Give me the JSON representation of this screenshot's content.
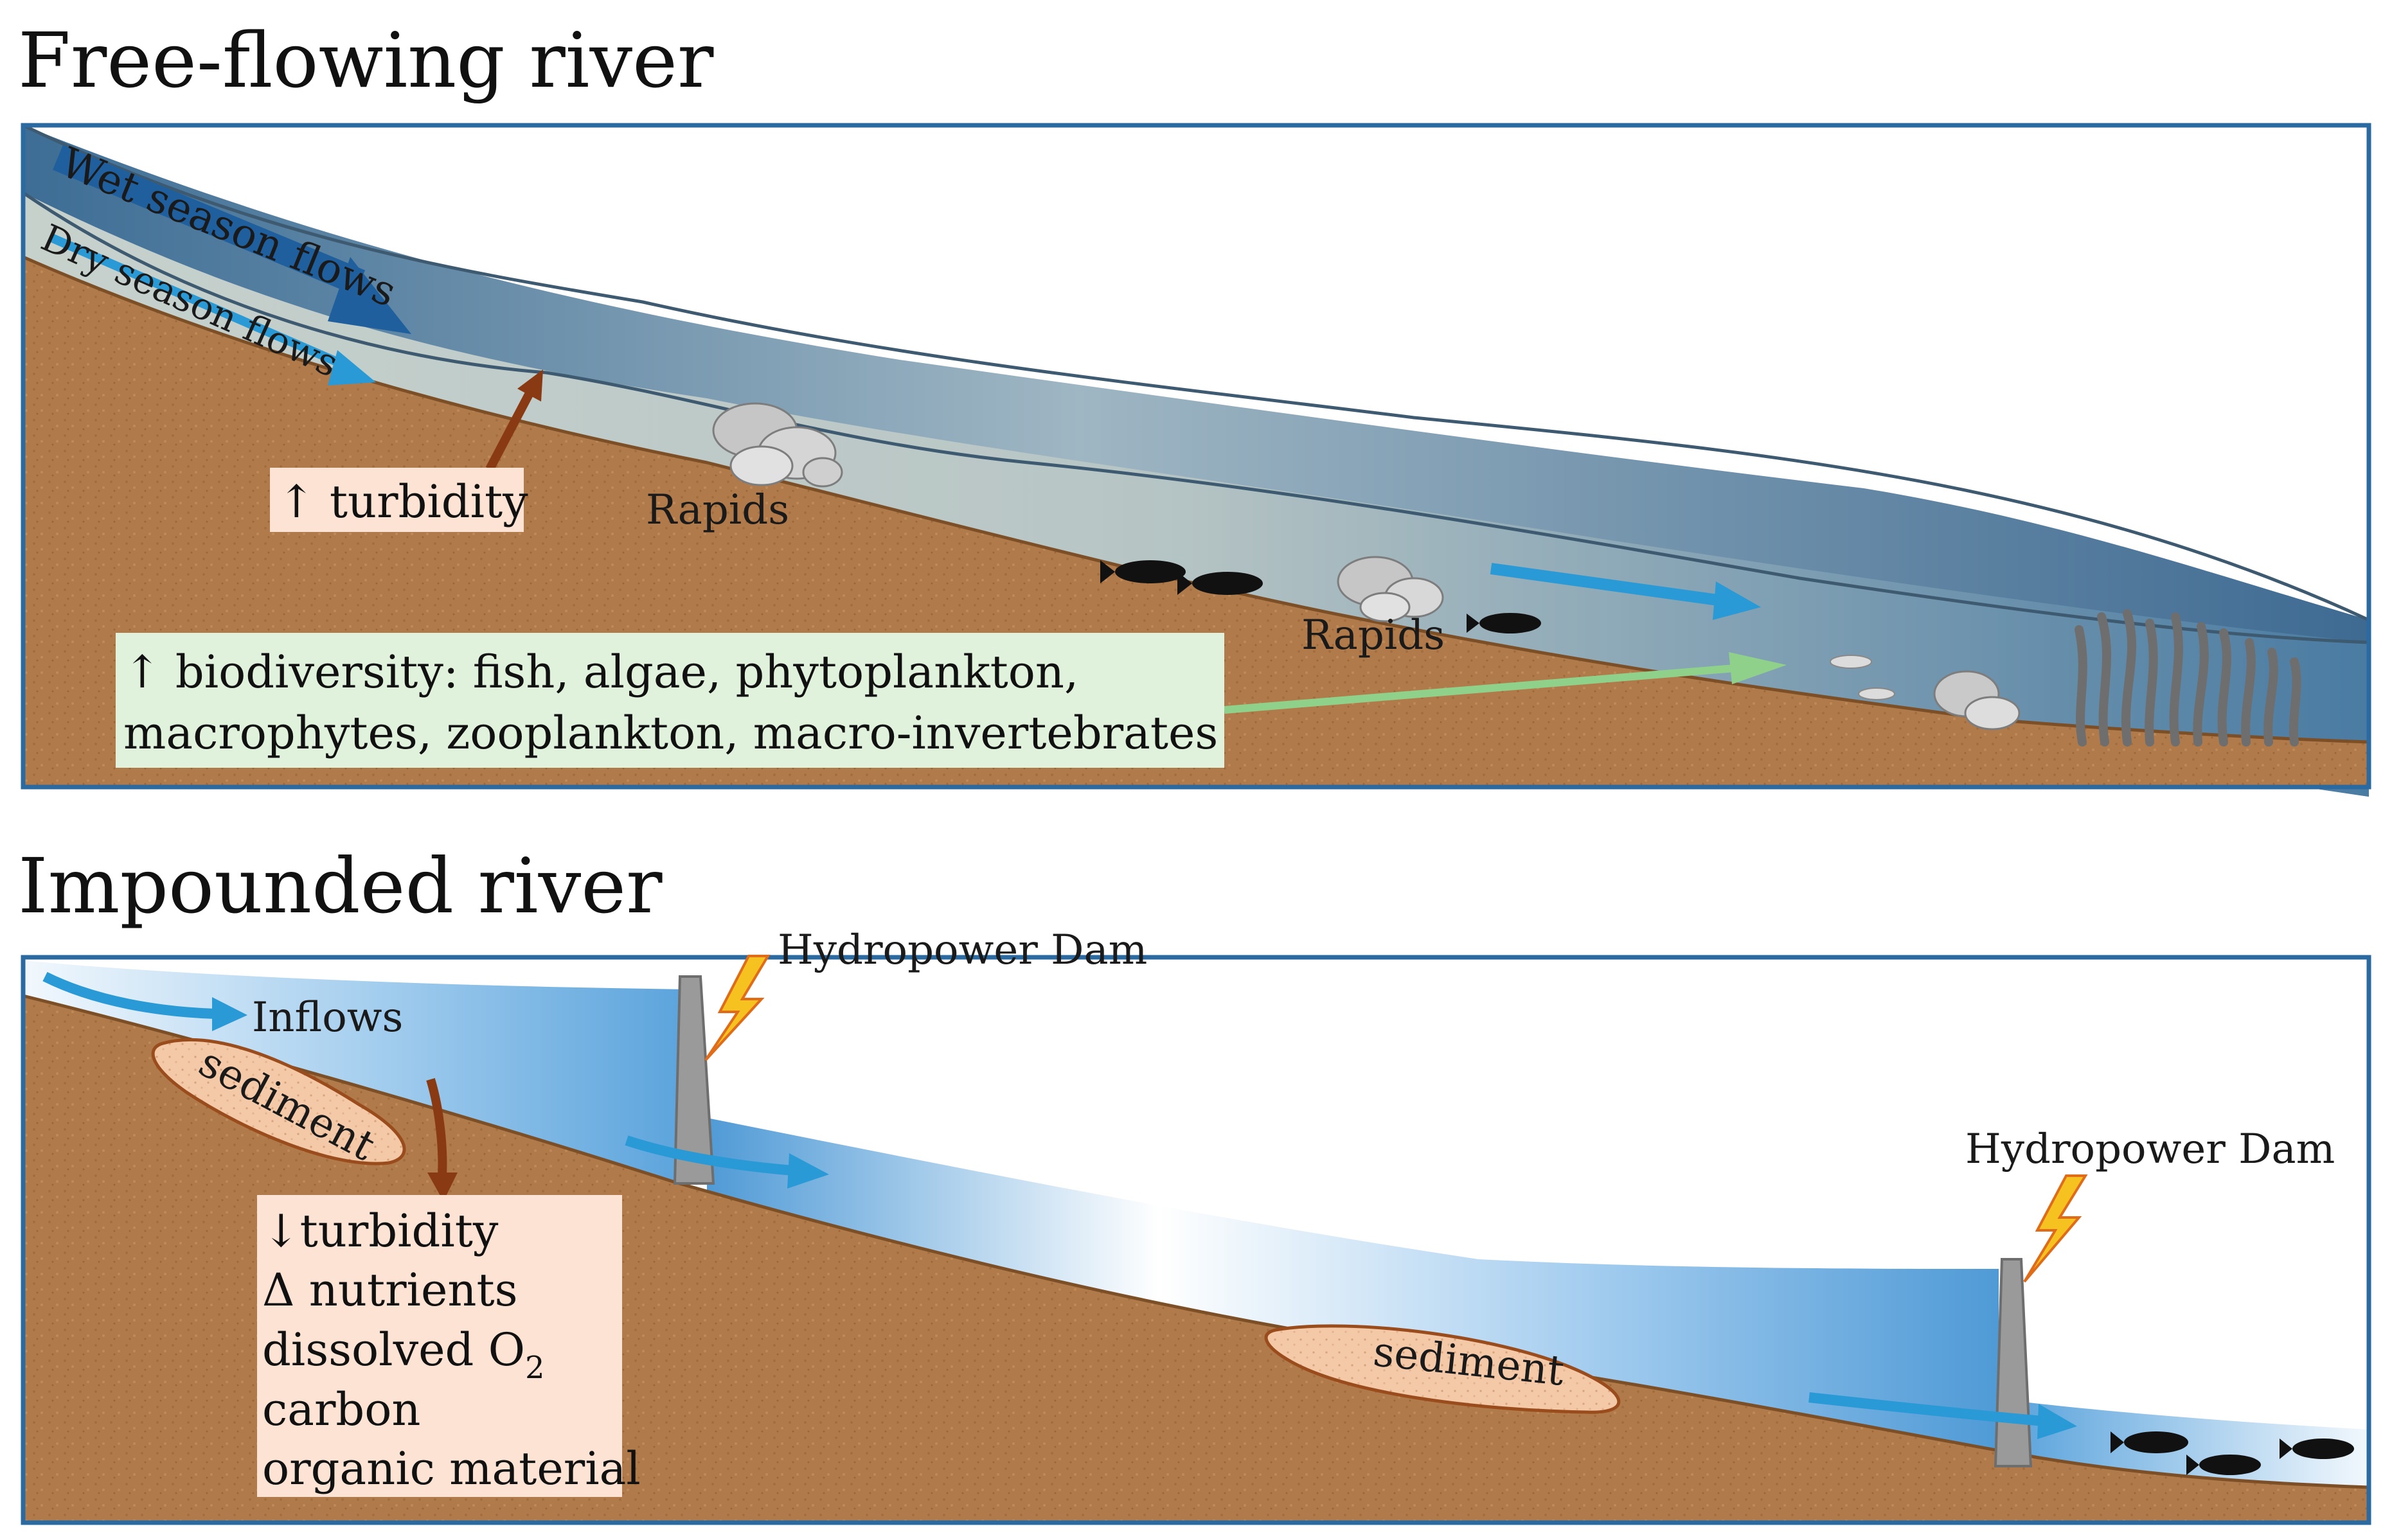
{
  "top_panel": {
    "title": "Free-flowing river",
    "wet_season_label": "Wet season flows",
    "dry_season_label": "Dry season flows",
    "turbidity_label": "↑ turbidity",
    "rapids_label_1": "Rapids",
    "rapids_label_2": "Rapids",
    "biodiversity_line1": "↑ biodiversity: fish, algae, phytoplankton,",
    "biodiversity_line2": "macrophytes, zooplankton, macro-invertebrates"
  },
  "bottom_panel": {
    "title": "Impounded river",
    "inflows_label": "Inflows",
    "sediment_label_1": "sediment",
    "sediment_label_2": "sediment",
    "dam_label_1": "Hydropower Dam",
    "dam_label_2": "Hydropower Dam",
    "effects": {
      "turbidity": "↓turbidity",
      "nutrients": "Δ nutrients",
      "oxygen_prefix": "dissolved O",
      "oxygen_sub": "2",
      "carbon": "carbon",
      "organic": "organic material"
    }
  },
  "colors": {
    "soil": "#b07a4a",
    "soil_dark": "#9a6638",
    "frame": "#2b6aa0",
    "wet_arrow": "#1f5f9e",
    "dry_arrow": "#2a9ad6",
    "turbidity_arrow": "#8a3a12",
    "bio_arrow": "#8fd18a",
    "turbidity_box": "#fde3d4",
    "bio_box": "#e0f1dc",
    "effects_box": "#fde3d4",
    "reservoir": "#5aa3dc",
    "dam": "#9a9a9a",
    "lightning": "#f6c220"
  }
}
